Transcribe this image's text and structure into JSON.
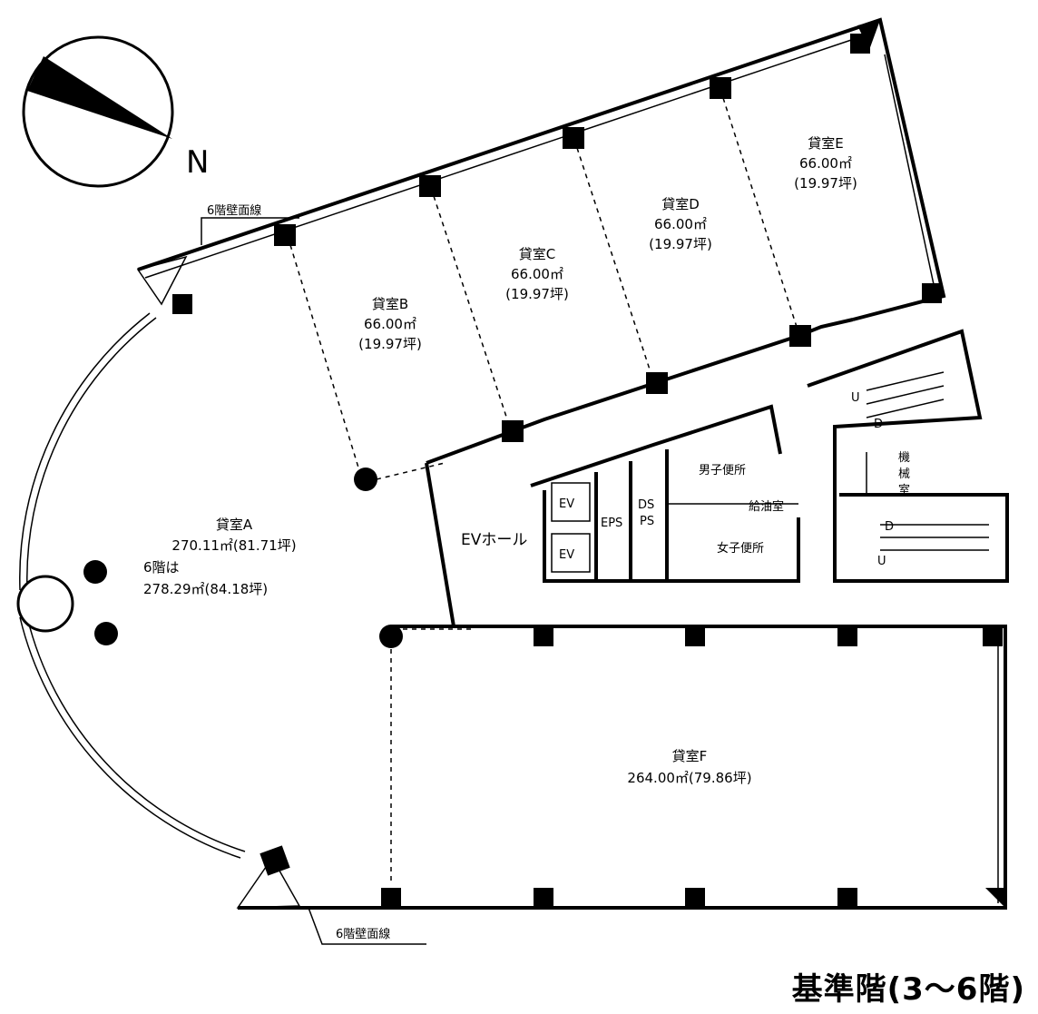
{
  "compass": {
    "north_label": "N"
  },
  "wall_line_labels": [
    "6階壁面線",
    "6階壁面線"
  ],
  "rooms": {
    "a": {
      "name": "貸室A",
      "area": "270.11㎡(81.71坪)",
      "note_line1": "6階は",
      "note_line2": "278.29㎡(84.18坪)"
    },
    "b": {
      "name": "貸室B",
      "area": "66.00㎡",
      "tsubo": "(19.97坪)"
    },
    "c": {
      "name": "貸室C",
      "area": "66.00㎡",
      "tsubo": "(19.97坪)"
    },
    "d": {
      "name": "貸室D",
      "area": "66.00㎡",
      "tsubo": "(19.97坪)"
    },
    "e": {
      "name": "貸室E",
      "area": "66.00㎡",
      "tsubo": "(19.97坪)"
    },
    "f": {
      "name": "貸室F",
      "area": "264.00㎡(79.86坪)"
    }
  },
  "core": {
    "ev_hall": "EVホール",
    "ev": [
      "EV",
      "EV"
    ],
    "eps": "EPS",
    "ds": "DS",
    "ps": "PS",
    "mens_toilet": "男子便所",
    "womens_toilet": "女子便所",
    "pantry": "給油室",
    "machine_room": [
      "機",
      "械",
      "室"
    ],
    "stairs_up": [
      "U",
      "U"
    ],
    "stairs_down": [
      "D",
      "D"
    ]
  },
  "title": "基準階(3〜6階)"
}
